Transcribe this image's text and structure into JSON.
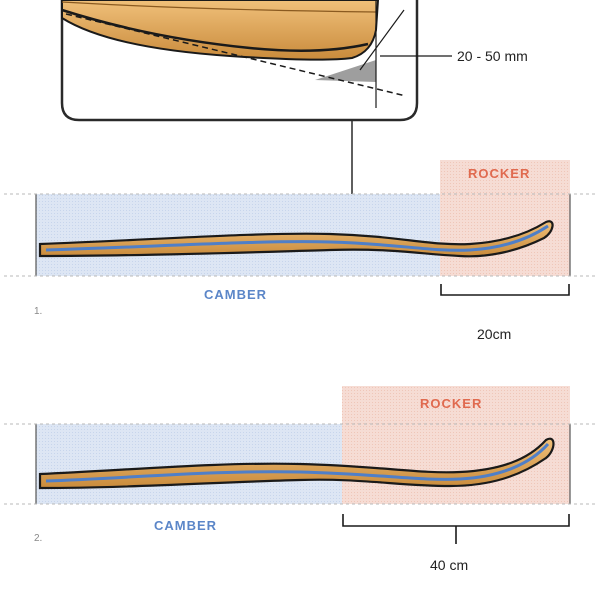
{
  "inset": {
    "measurement": "20 - 50 mm"
  },
  "panels": [
    {
      "number": "1.",
      "rocker_label": "ROCKER",
      "camber_label": "CAMBER",
      "dimension": "20cm"
    },
    {
      "number": "2.",
      "rocker_label": "ROCKER",
      "camber_label": "CAMBER",
      "dimension": "40 cm"
    }
  ],
  "colors": {
    "rocker": "#e06a4f",
    "camber": "#5b86c8",
    "wood": "#d9a55a",
    "outline": "#1a1a1a"
  }
}
